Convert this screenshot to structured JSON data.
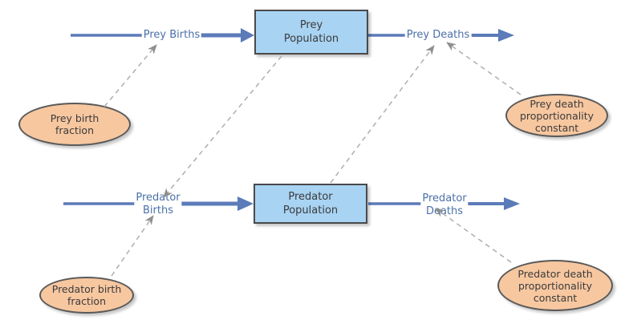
{
  "colors": {
    "canvas_bg": "#FFFFFF",
    "stock_fill": "#A8D3F3",
    "stock_border": "#4A4A4A",
    "converter_fill": "#F7C7A0",
    "converter_border": "#595959",
    "flow_blue": "#5B7BB9",
    "flow_label_text": "#4B70A9",
    "node_text": "#3B3B3B",
    "connector_gray": "#AEAEAE",
    "connector_arrow": "#8F8F8F"
  },
  "diagram": {
    "type": "stock-and-flow",
    "stocks": [
      {
        "id": "prey-population",
        "label": "Prey\nPopulation"
      },
      {
        "id": "predator-population",
        "label": "Predator\nPopulation"
      }
    ],
    "flows": [
      {
        "id": "prey-births",
        "label": "Prey Births"
      },
      {
        "id": "prey-deaths",
        "label": "Prey Deaths"
      },
      {
        "id": "predator-births",
        "label": "Predator\nBirths"
      },
      {
        "id": "predator-deaths",
        "label": "Predator\nDeaths"
      }
    ],
    "converters": [
      {
        "id": "prey-birth-fraction",
        "label": "Prey birth\nfraction"
      },
      {
        "id": "prey-death-proportionality-constant",
        "label": "Prey death\nproportionality\nconstant"
      },
      {
        "id": "predator-birth-fraction",
        "label": "Predator birth\nfraction"
      },
      {
        "id": "predator-death-proportionality-constant",
        "label": "Predator death\nproportionality\nconstant"
      }
    ],
    "connectors": [
      {
        "from": "prey-birth-fraction",
        "to": "prey-births"
      },
      {
        "from": "prey-population",
        "to": "predator-births"
      },
      {
        "from": "predator-birth-fraction",
        "to": "predator-births"
      },
      {
        "from": "predator-population",
        "to": "prey-deaths"
      },
      {
        "from": "prey-death-proportionality-constant",
        "to": "prey-deaths"
      },
      {
        "from": "predator-death-proportionality-constant",
        "to": "predator-deaths"
      }
    ]
  }
}
